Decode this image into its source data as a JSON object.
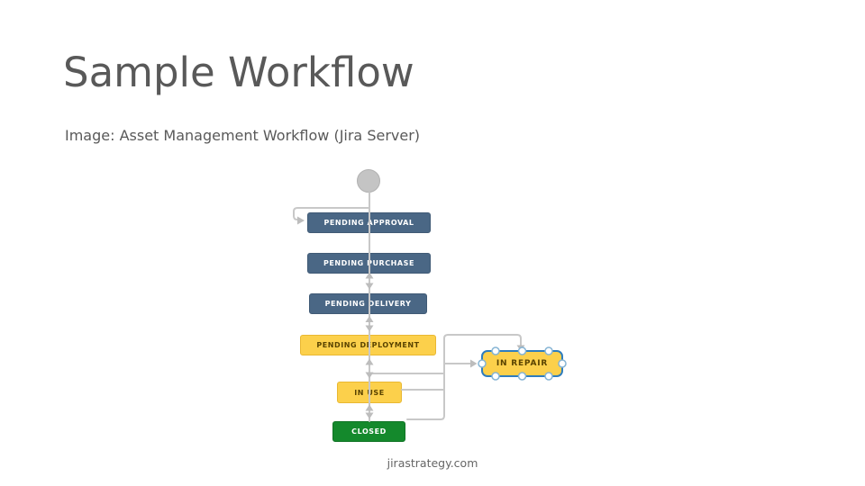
{
  "slide": {
    "title": "Sample Workflow",
    "subtitle": "Image: Asset Management Workflow (Jira Server)",
    "footer": "jirastrategy.com"
  },
  "colors": {
    "heading_text": "#595959",
    "status_blue": "#4a6785",
    "status_yellow": "#fcd04b",
    "status_yellow_text": "#594300",
    "status_green": "#14892c",
    "connector_gray": "#c8c8c8",
    "selection_blue": "#2f7dbe",
    "start_node_gray": "#c4c4c4"
  },
  "diagram": {
    "start_node": "start-circle",
    "nodes": [
      {
        "label": "PENDING APPROVAL",
        "status_color": "blue",
        "selected": false
      },
      {
        "label": "PENDING PURCHASE",
        "status_color": "blue",
        "selected": false
      },
      {
        "label": "PENDING DELIVERY",
        "status_color": "blue",
        "selected": false
      },
      {
        "label": "PENDING DEPLOYMENT",
        "status_color": "yellow",
        "selected": false
      },
      {
        "label": "IN REPAIR",
        "status_color": "yellow",
        "selected": true
      },
      {
        "label": "IN USE",
        "status_color": "yellow",
        "selected": false
      },
      {
        "label": "CLOSED",
        "status_color": "green",
        "selected": false
      }
    ]
  }
}
